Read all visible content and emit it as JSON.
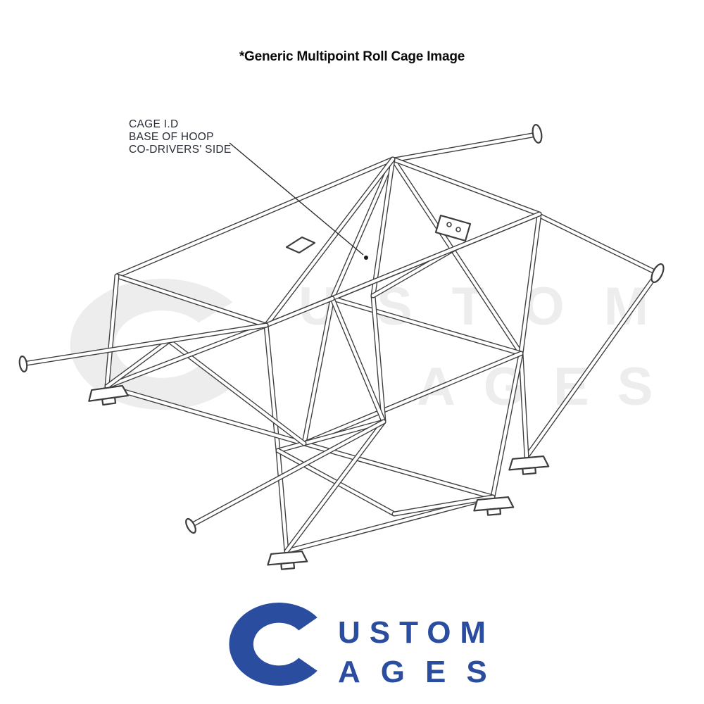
{
  "title": {
    "text": "*Generic Multipoint Roll Cage Image"
  },
  "annotation": {
    "lines": [
      "CAGE I.D",
      "BASE OF HOOP",
      "CO-DRIVERS' SIDE"
    ]
  },
  "drawing": {
    "description": "Isometric line drawing of a generic multipoint roll cage with mounting feet, cut tube ends and triangulated bracing",
    "line_color": "#3d3d3d"
  },
  "watermark": {
    "initial": "C",
    "top": "USTOM",
    "bottom": "AGES",
    "color": "#ededed"
  },
  "logo": {
    "initial": "C",
    "top": "USTOM",
    "bottom": "AGES",
    "color": "#2b4d9f"
  }
}
